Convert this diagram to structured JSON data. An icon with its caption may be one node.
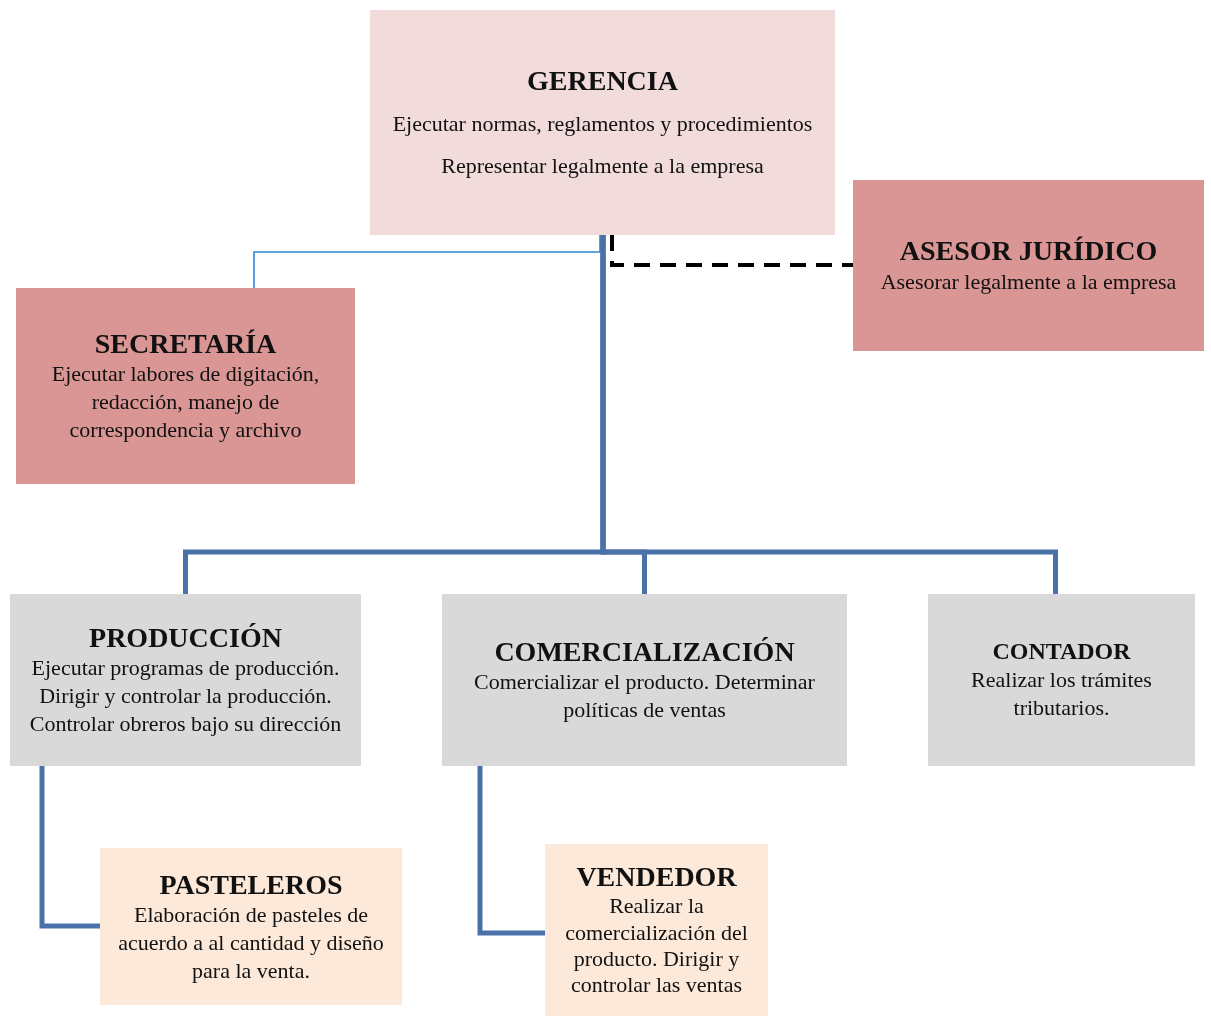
{
  "diagram": {
    "nodes": [
      {
        "text": [
          "GERENCIA",
          "Ejecutar normas, reglamentos y procedimientos",
          "Representar legalmente a la empresa"
        ]
      },
      {
        "text": [
          "ASESOR JURÍDICO",
          "Asesorar legalmente a la empresa"
        ]
      },
      {
        "text": [
          "SECRETARÍA",
          "Ejecutar labores de digitación, redacción, manejo de correspondencia y archivo"
        ]
      },
      {
        "text": [
          "PRODUCCIÓN",
          "Ejecutar programas de producción. Dirigir y controlar la producción. Controlar obreros bajo su dirección"
        ]
      },
      {
        "text": [
          "COMERCIALIZACIÓN",
          "Comercializar el producto. Determinar políticas de ventas"
        ]
      },
      {
        "text": [
          "CONTADOR",
          "Realizar los trámites tributarios."
        ]
      },
      {
        "text": [
          "PASTELEROS",
          "Elaboración de pasteles de acuerdo a al cantidad y diseño para la venta."
        ]
      },
      {
        "text": [
          "VENDEDOR",
          "Realizar la comercialización del producto. Dirigir y controlar las ventas"
        ]
      }
    ],
    "edges": [
      {
        "from": 0,
        "to": 2,
        "arrow": "none",
        "color": "#2f86d6"
      },
      {
        "from": 0,
        "to": 1,
        "arrow": "none",
        "style": "dashed",
        "color": "#000000"
      },
      {
        "from": 0,
        "to": 3,
        "arrow": "none"
      },
      {
        "from": 0,
        "to": 4,
        "arrow": "none"
      },
      {
        "from": 0,
        "to": 5,
        "arrow": "none"
      },
      {
        "from": 3,
        "to": 6,
        "arrow": "none"
      },
      {
        "from": 4,
        "to": 7,
        "arrow": "none"
      }
    ]
  }
}
